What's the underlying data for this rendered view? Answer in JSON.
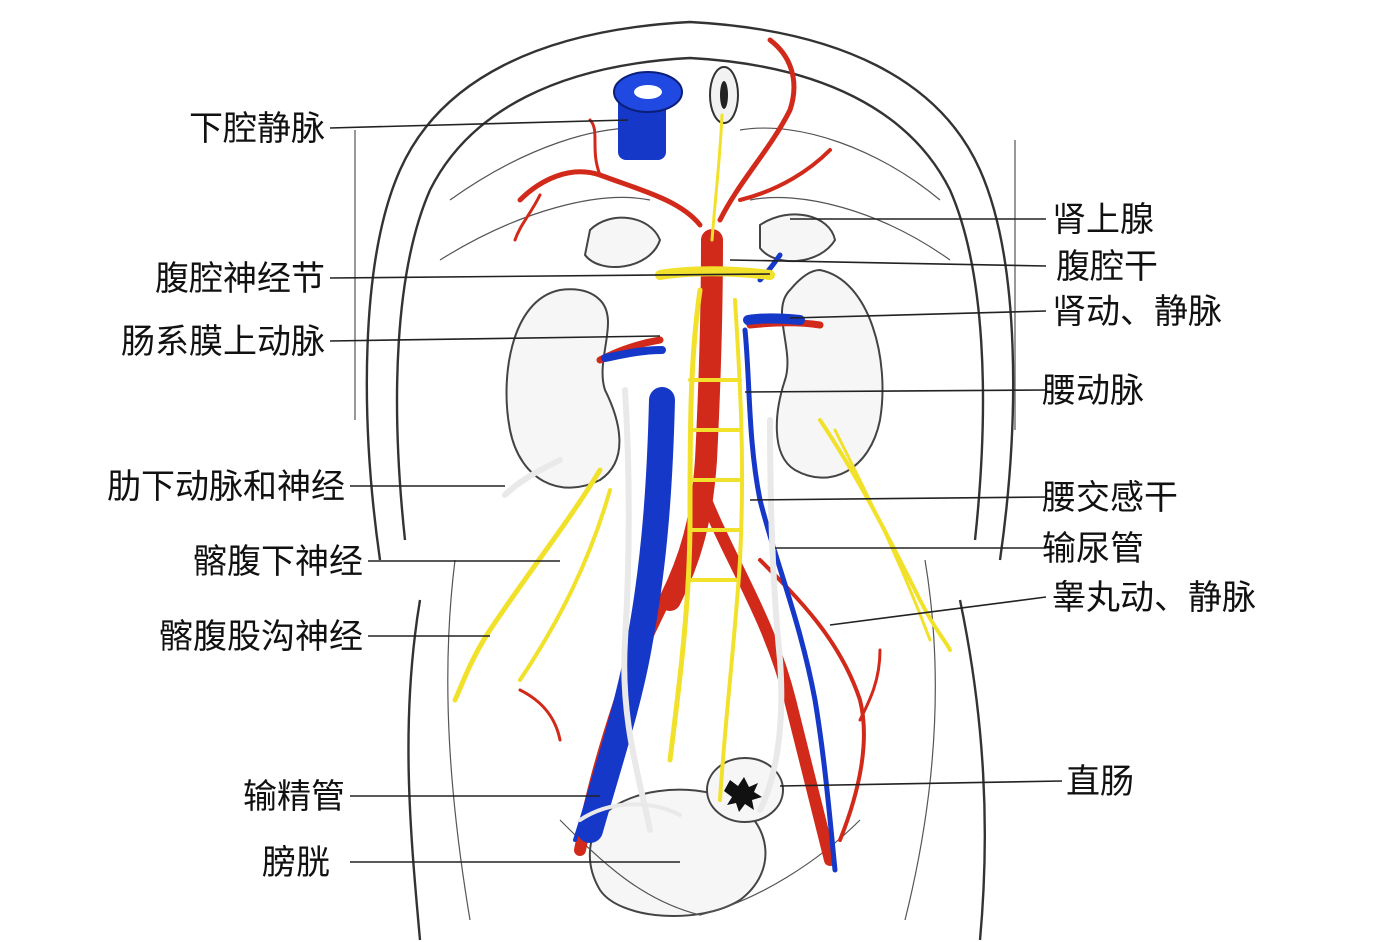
{
  "labels": {
    "left": [
      "下腔静脉",
      "腹腔神经节",
      "肠系膜上动脉",
      "肋下动脉和神经",
      "髂腹下神经",
      "髂腹股沟神经",
      "输精管",
      "膀胱"
    ],
    "right": [
      "肾上腺",
      "腹腔干",
      "肾动、静脉",
      "腰动脉",
      "腰交感干",
      "输尿管",
      "睾丸动、静脉",
      "直肠"
    ]
  },
  "colors": {
    "artery": "#d22a1a",
    "vein": "#1638c8",
    "nerve": "#f2e12a",
    "outline": "#333333"
  }
}
